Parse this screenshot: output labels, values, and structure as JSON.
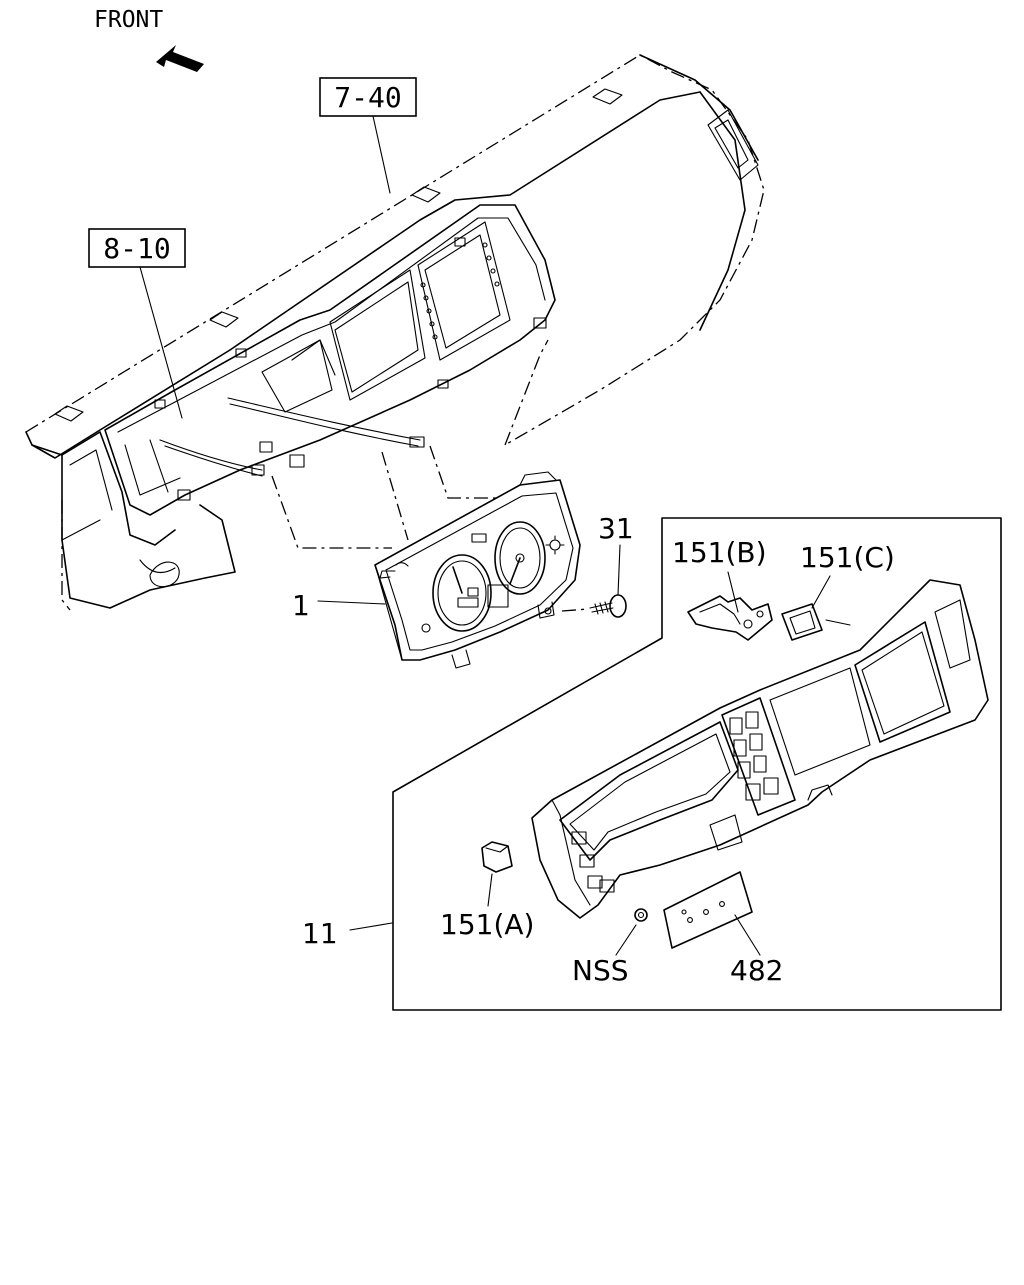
{
  "orientation": {
    "label": "FRONT",
    "icon": "arrow-icon"
  },
  "references": [
    {
      "id": "ref-7-40",
      "text": "7-40"
    },
    {
      "id": "ref-8-10",
      "text": "8-10"
    }
  ],
  "callouts": {
    "c1": "1",
    "c31": "31",
    "c11": "11",
    "c151b": "151(B)",
    "c151c": "151(C)",
    "c151a": "151(A)",
    "nss": "NSS",
    "c482": "482"
  }
}
